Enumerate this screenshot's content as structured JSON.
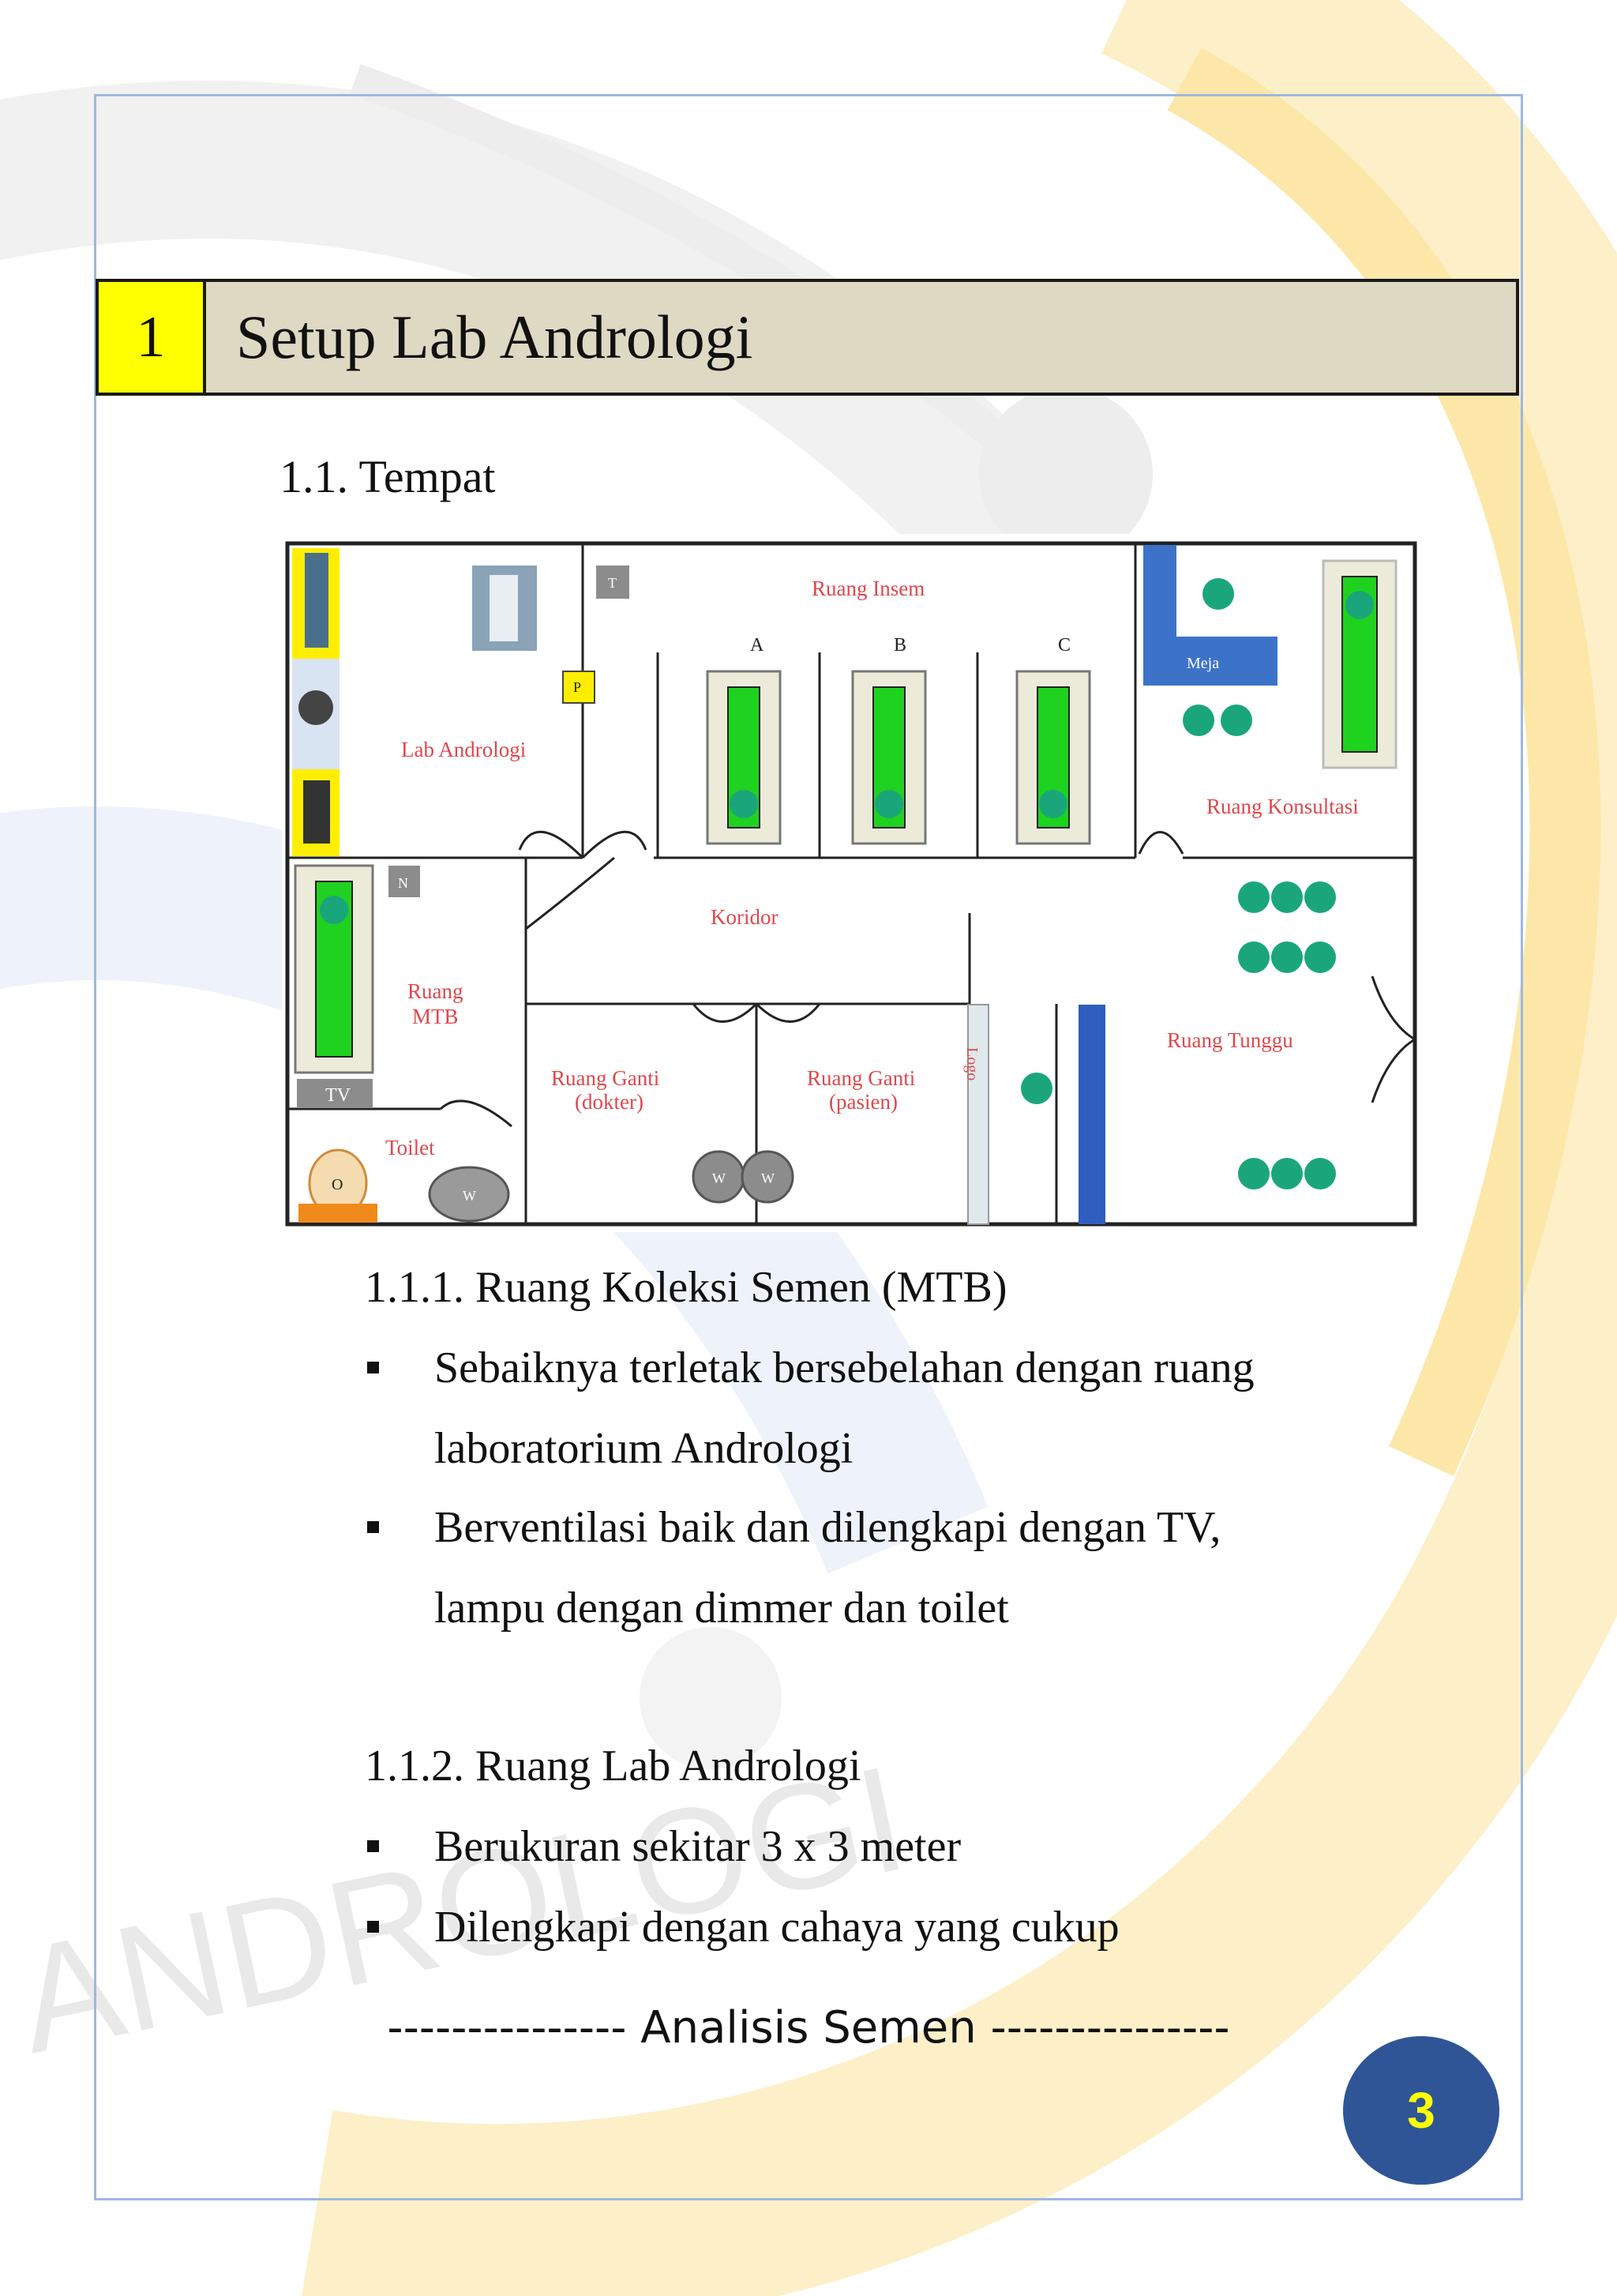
{
  "chapter": {
    "number": "1",
    "title": "Setup Lab Andrologi"
  },
  "section": {
    "title": "1.1. Tempat"
  },
  "floorplan": {
    "rooms": {
      "lab": "Lab Andrologi",
      "insem": "Ruang Insem",
      "insem_a": "A",
      "insem_b": "B",
      "insem_c": "C",
      "konsultasi": "Ruang Konsultasi",
      "meja": "Meja",
      "koridor": "Koridor",
      "mtb_line1": "Ruang",
      "mtb_line2": "MTB",
      "ganti_dokter_line1": "Ruang Ganti",
      "ganti_dokter_line2": "(dokter)",
      "ganti_pasien_line1": "Ruang Ganti",
      "ganti_pasien_line2": "(pasien)",
      "tunggu": "Ruang Tunggu",
      "toilet": "Toilet",
      "logo": "Logo",
      "tv": "TV",
      "n": "N",
      "p": "P",
      "t": "T",
      "w": "W",
      "o": "O"
    }
  },
  "subsections": [
    {
      "title": "1.1.1.  Ruang Koleksi Semen  (MTB)",
      "bullets": [
        [
          "Sebaiknya terletak bersebelahan dengan ruang",
          "laboratorium Andrologi"
        ],
        [
          "Berventilasi baik dan dilengkapi dengan TV,",
          "lampu dengan dimmer dan toilet"
        ]
      ]
    },
    {
      "title": "1.1.2.  Ruang Lab Andrologi",
      "bullets": [
        [
          "Berukuran sekitar 3 x 3 meter"
        ],
        [
          "Dilengkapi dengan cahaya yang cukup"
        ]
      ]
    }
  ],
  "footer": "--------------- Analisis Semen ---------------",
  "page_number": "3",
  "watermark_text": "ANDROLOGI",
  "colors": {
    "chapter_number_bg": "#ffff00",
    "chapter_title_bg": "#ddd9c3",
    "page_badge": "#2f5597",
    "page_badge_text": "#ffff00",
    "frame": "#9db8e0",
    "room_label": "#e0474c"
  }
}
